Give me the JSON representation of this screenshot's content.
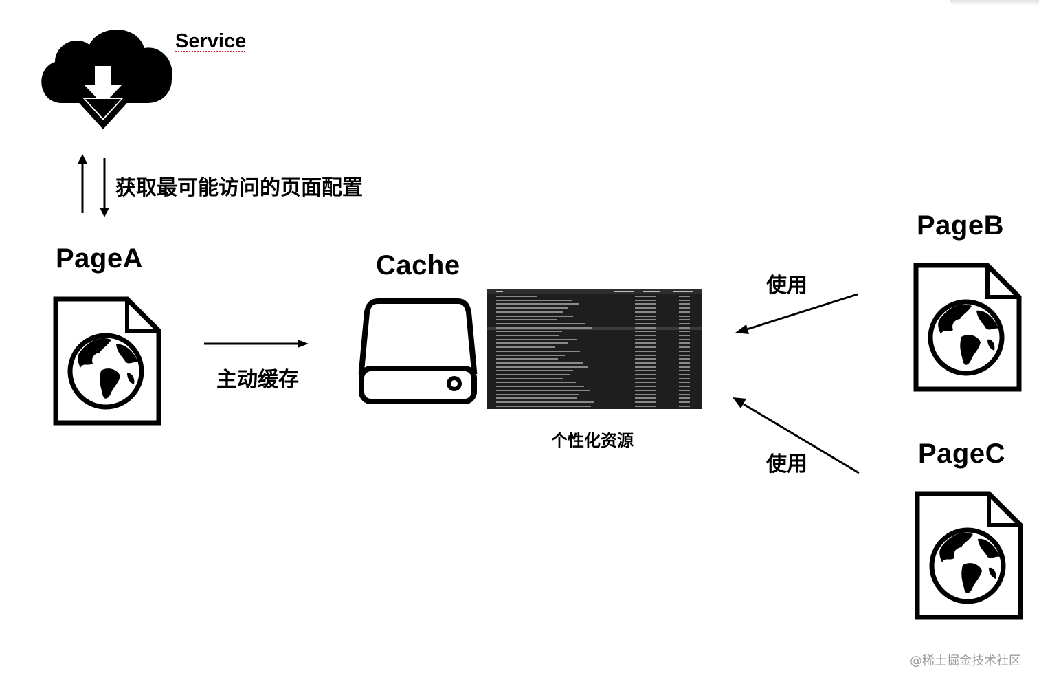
{
  "service": {
    "label": "Service"
  },
  "fetch_config": {
    "label": "获取最可能访问的页面配置"
  },
  "pages": {
    "a": {
      "label": "PageA"
    },
    "b": {
      "label": "PageB"
    },
    "c": {
      "label": "PageC"
    }
  },
  "cache": {
    "label": "Cache"
  },
  "active_cache": {
    "label": "主动缓存"
  },
  "resources": {
    "label": "个性化资源"
  },
  "use_b": {
    "label": "使用"
  },
  "use_c": {
    "label": "使用"
  },
  "watermark": {
    "text": "@稀土掘金技术社区"
  }
}
